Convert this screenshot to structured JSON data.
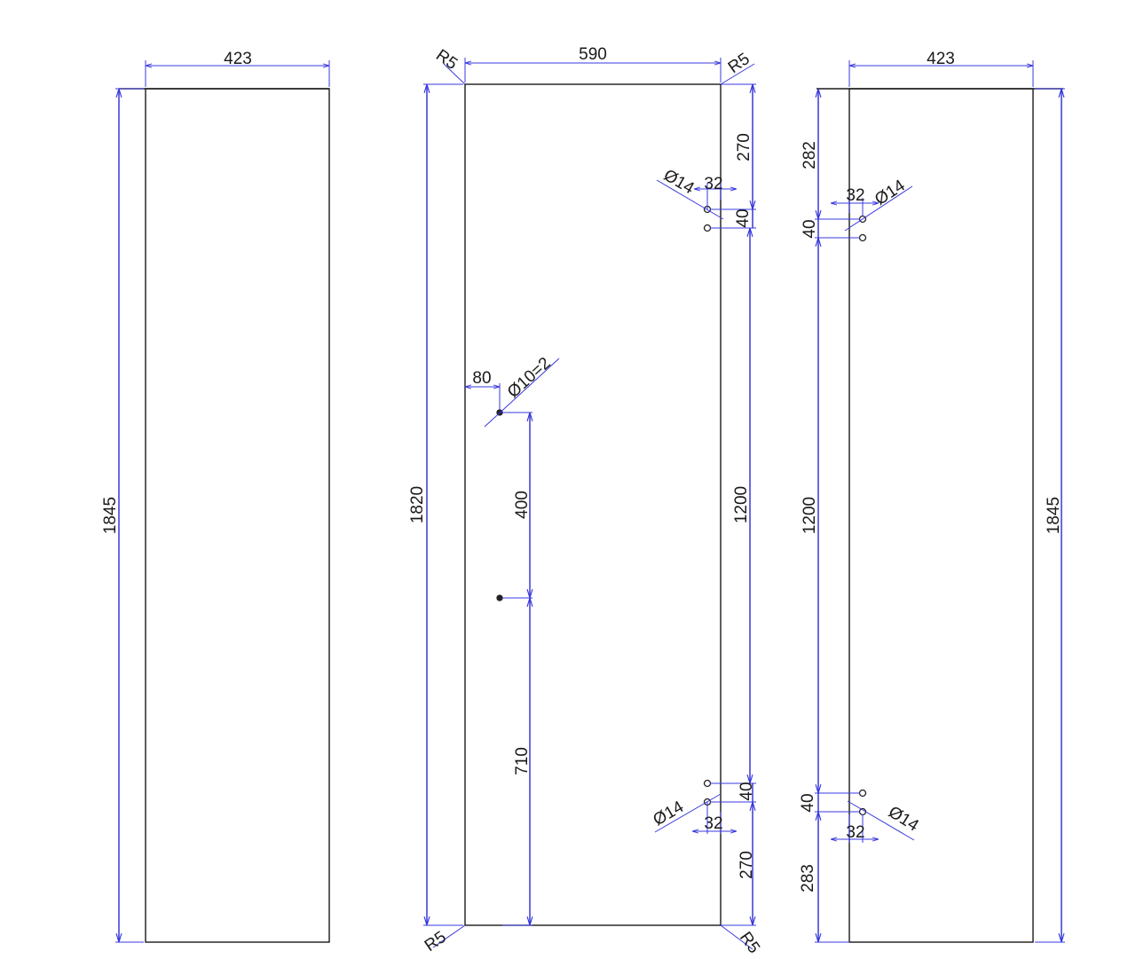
{
  "left_panel": {
    "width_dim": "423",
    "height_dim": "1845"
  },
  "door_panel": {
    "width_dim": "590",
    "corner_tl": "R5",
    "corner_tr": "R5",
    "corner_bl": "R5",
    "corner_br": "R5",
    "height_dim": "1820",
    "hinge_top_offset": "270",
    "hinge_top_hole": "Ø14",
    "hinge_top_spacing": "32",
    "hinge_top_pitch": "40",
    "hinge_between": "1200",
    "hinge_bottom_pitch": "40",
    "hinge_bottom_hole": "Ø14",
    "hinge_bottom_spacing": "32",
    "hinge_bottom_offset": "270",
    "handle_edge_offset": "80",
    "handle_hole": "Ø10=2",
    "handle_spacing": "400",
    "handle_bottom_offset": "710"
  },
  "right_panel": {
    "width_dim": "423",
    "height_dim": "1845",
    "hinge_top_offset": "282",
    "hinge_top_spacing": "32",
    "hinge_top_hole": "Ø14",
    "hinge_top_pitch": "40",
    "hinge_between": "1200",
    "hinge_bottom_pitch": "40",
    "hinge_bottom_hole": "Ø14",
    "hinge_bottom_spacing": "32",
    "hinge_bottom_offset": "283"
  }
}
